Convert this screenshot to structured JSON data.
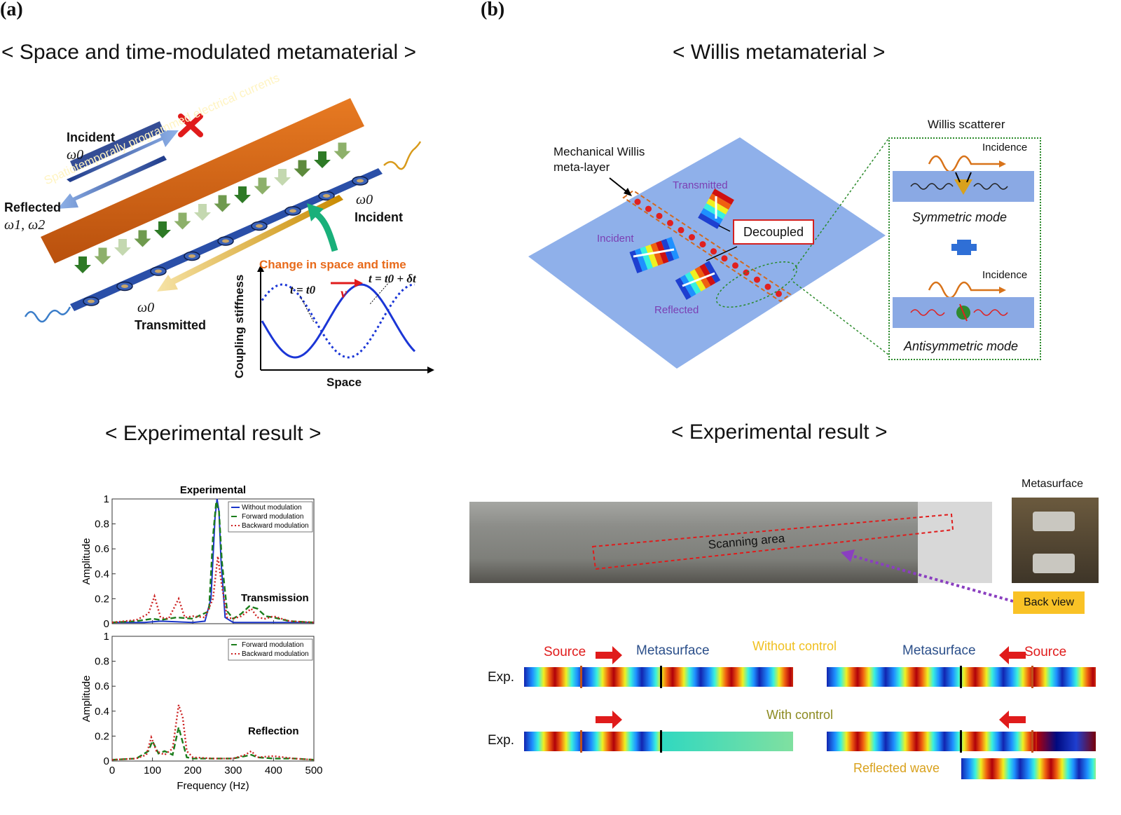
{
  "panel_a": {
    "label": "(a)",
    "title": "< Space and time-modulated metamaterial >",
    "bar_text": "Spatiotemporally programmed electrical currents",
    "incident_top": "Incident",
    "omega0_top": "ω0",
    "reflected": "Reflected",
    "reflected_freq": "ω1, ω2",
    "omega0_right": "ω0",
    "incident_right": "Incident",
    "omega0_bottom": "ω0",
    "transmitted": "Transmitted",
    "change_text": "Change in space and time",
    "t_eq_t0": "t = t0",
    "t_eq_t0_dt": "t = t0 + δt",
    "v": "v",
    "ylabel": "Coupling stiffness",
    "xlabel": "Space",
    "exp_title": "< Experimental result >"
  },
  "panel_b": {
    "label": "(b)",
    "title": "< Willis metamaterial >",
    "meta_layer": "Mechanical Willis meta-layer",
    "transmitted": "Transmitted",
    "incident": "Incident",
    "reflected": "Reflected",
    "decoupled": "Decoupled",
    "scatterer_title": "Willis scatterer",
    "incidence1": "Incidence",
    "symmetric": "Symmetric mode",
    "incidence2": "Incidence",
    "antisymmetric": "Antisymmetric mode",
    "exp_title": "< Experimental result >",
    "metasurface_photo": "Metasurface",
    "scanning": "Scanning area",
    "back_view": "Back view",
    "source_left": "Source",
    "metasurface_left": "Metasurface",
    "without_control": "Without control",
    "metasurface_right": "Metasurface",
    "source_right": "Source",
    "exp1": "Exp.",
    "with_control": "With control",
    "exp2": "Exp.",
    "reflected_wave": "Reflected wave"
  },
  "chart_data": [
    {
      "type": "line",
      "title": "Experimental",
      "xlabel": "",
      "ylabel": "Amplitude",
      "xlim": [
        0,
        500
      ],
      "ylim": [
        0,
        1
      ],
      "yticks": [
        "0",
        "0.2",
        "0.4",
        "0.6",
        "0.8",
        "1"
      ],
      "annotation": "Transmission",
      "legend": "top-right",
      "series": [
        {
          "name": "Without modulation",
          "color": "#1a35c9",
          "style": "solid",
          "x": [
            0,
            80,
            120,
            200,
            230,
            245,
            255,
            260,
            265,
            270,
            280,
            300,
            340,
            400,
            500
          ],
          "y": [
            0.01,
            0.01,
            0.02,
            0.01,
            0.02,
            0.2,
            0.85,
            1.0,
            0.9,
            0.5,
            0.05,
            0.01,
            0.01,
            0.01,
            0.01
          ]
        },
        {
          "name": "Forward modulation",
          "color": "#1c7d1c",
          "style": "dashed",
          "x": [
            0,
            60,
            100,
            120,
            160,
            200,
            240,
            250,
            258,
            265,
            272,
            285,
            300,
            320,
            340,
            360,
            380,
            400,
            440,
            500
          ],
          "y": [
            0.01,
            0.02,
            0.04,
            0.03,
            0.05,
            0.04,
            0.1,
            0.7,
            0.98,
            0.9,
            0.5,
            0.1,
            0.04,
            0.08,
            0.14,
            0.12,
            0.06,
            0.05,
            0.02,
            0.01
          ]
        },
        {
          "name": "Backward modulation",
          "color": "#cc2222",
          "style": "dotted",
          "x": [
            0,
            60,
            90,
            105,
            120,
            140,
            165,
            180,
            200,
            230,
            250,
            262,
            272,
            285,
            300,
            320,
            345,
            360,
            380,
            400,
            440,
            500
          ],
          "y": [
            0.01,
            0.03,
            0.08,
            0.22,
            0.05,
            0.04,
            0.2,
            0.05,
            0.06,
            0.05,
            0.2,
            0.54,
            0.3,
            0.05,
            0.04,
            0.06,
            0.12,
            0.05,
            0.04,
            0.06,
            0.02,
            0.01
          ]
        }
      ]
    },
    {
      "type": "line",
      "title": "",
      "xlabel": "Frequency (Hz)",
      "ylabel": "Amplitude",
      "xlim": [
        0,
        500
      ],
      "ylim": [
        0,
        1
      ],
      "xticks": [
        "0",
        "100",
        "200",
        "300",
        "400",
        "500"
      ],
      "yticks": [
        "0",
        "0.2",
        "0.4",
        "0.6",
        "0.8",
        "1"
      ],
      "annotation": "Reflection",
      "legend": "top-right",
      "series": [
        {
          "name": "Forward modulation",
          "color": "#1c7d1c",
          "style": "dashed",
          "x": [
            0,
            60,
            90,
            100,
            115,
            130,
            150,
            165,
            175,
            185,
            200,
            250,
            300,
            330,
            345,
            360,
            400,
            450,
            500
          ],
          "y": [
            0.01,
            0.02,
            0.08,
            0.16,
            0.06,
            0.08,
            0.05,
            0.27,
            0.15,
            0.03,
            0.02,
            0.02,
            0.02,
            0.04,
            0.05,
            0.03,
            0.02,
            0.02,
            0.01
          ]
        },
        {
          "name": "Backward modulation",
          "color": "#cc2222",
          "style": "dotted",
          "x": [
            0,
            60,
            85,
            97,
            110,
            130,
            150,
            165,
            175,
            185,
            200,
            250,
            300,
            330,
            345,
            360,
            400,
            450,
            500
          ],
          "y": [
            0.01,
            0.02,
            0.05,
            0.19,
            0.08,
            0.05,
            0.1,
            0.45,
            0.35,
            0.08,
            0.03,
            0.02,
            0.02,
            0.05,
            0.08,
            0.03,
            0.04,
            0.02,
            0.01
          ]
        }
      ]
    }
  ]
}
